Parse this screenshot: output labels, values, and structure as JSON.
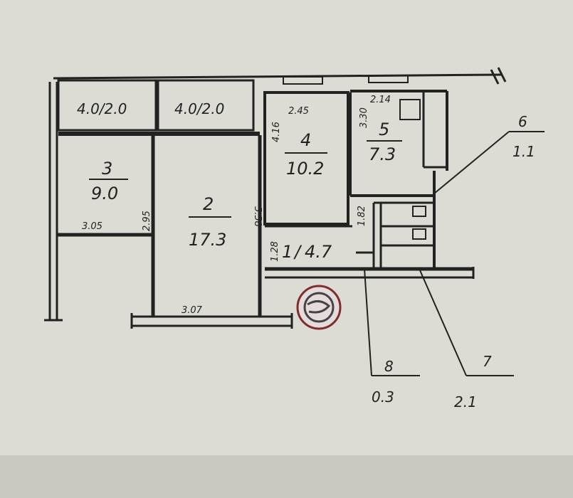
{
  "balconies": [
    {
      "label": "4.0/2.0"
    },
    {
      "label": "4.0/2.0"
    }
  ],
  "rooms": [
    {
      "number": "3",
      "area": "9.0",
      "width": "3.05",
      "depth": "2.95"
    },
    {
      "number": "2",
      "area": "17.3",
      "width": "3.07",
      "depth": "5.58"
    },
    {
      "number": "4",
      "area": "10.2",
      "width": "2.45",
      "depth": "4.16"
    },
    {
      "number": "5",
      "area": "7.3",
      "width": "2.14",
      "depth": "3.30"
    },
    {
      "number": "1",
      "area": "4.7",
      "width": "1.28",
      "depth": "1.82"
    }
  ],
  "callouts": [
    {
      "number": "6",
      "area": "1.1"
    },
    {
      "number": "7",
      "area": "2.1"
    },
    {
      "number": "8",
      "area": "0.3"
    }
  ],
  "colors": {
    "paper": "#dcdcd4",
    "ink": "#222222",
    "stamp": "#7a2e2e"
  }
}
